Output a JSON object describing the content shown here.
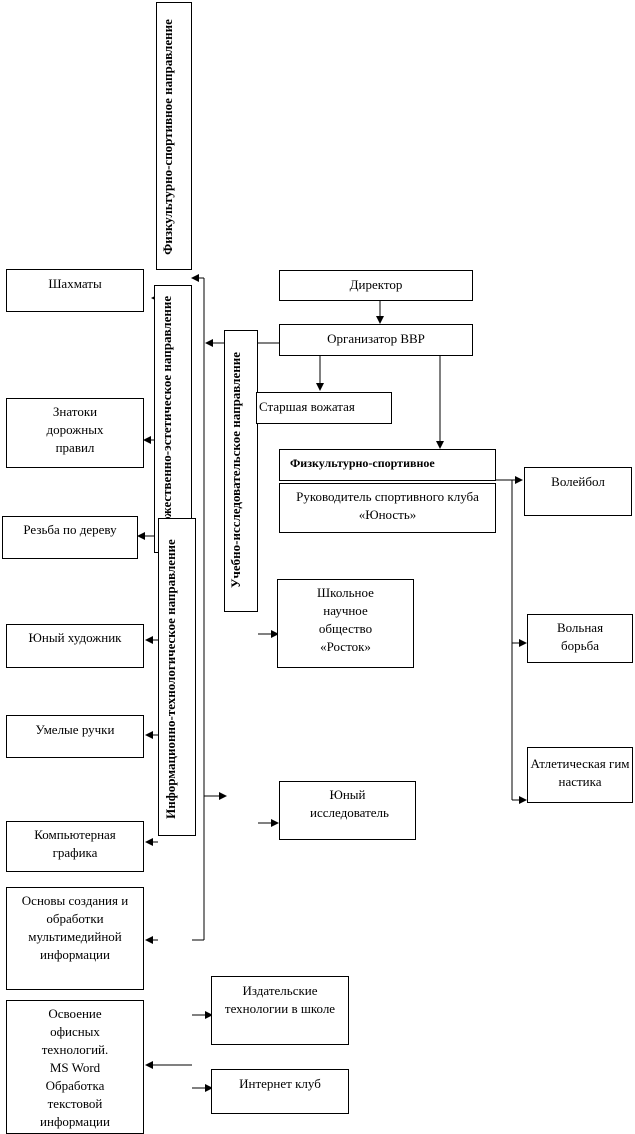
{
  "top": {
    "director": "Директор",
    "organizer": "Организатор ВВР",
    "senior_counselor": "Старшая вожатая",
    "sport_direction": "Физкультурно-спортивное",
    "sport_club_head": "Руководитель спортивного клуба «Юность»"
  },
  "directions": {
    "sport_vertical": "Физкультурно-спортивное направление",
    "art_vertical": "Художественно-эстетическое направление",
    "info_vertical": "Информационно-технологическое направление",
    "research_vertical": "Учебно-исследовательское направление"
  },
  "left_clubs": {
    "chess": "Шахматы",
    "traffic_rules": "Знатоки дорожных правил",
    "wood_carving": "Резьба по дереву",
    "young_artist": "Юный художник",
    "skillful_hands": "Умелые ручки",
    "computer_graphics": "Компьютерная графика",
    "multimedia": "Основы создания и обработки мультимедийной информации",
    "office": "Освоение офисных технологий. MS Word Обработка текстовой информации"
  },
  "research_clubs": {
    "school_society": "Школьное научное общество «Росток»",
    "young_researcher": "Юный исследователь"
  },
  "sport_clubs": {
    "volleyball": "Волейбол",
    "wrestling": "Вольная борьба",
    "athletics": "Атлетическая гимнастика"
  },
  "info_clubs": {
    "publishing": "Издательские технологии в школе",
    "internet": "Интернет клуб"
  }
}
